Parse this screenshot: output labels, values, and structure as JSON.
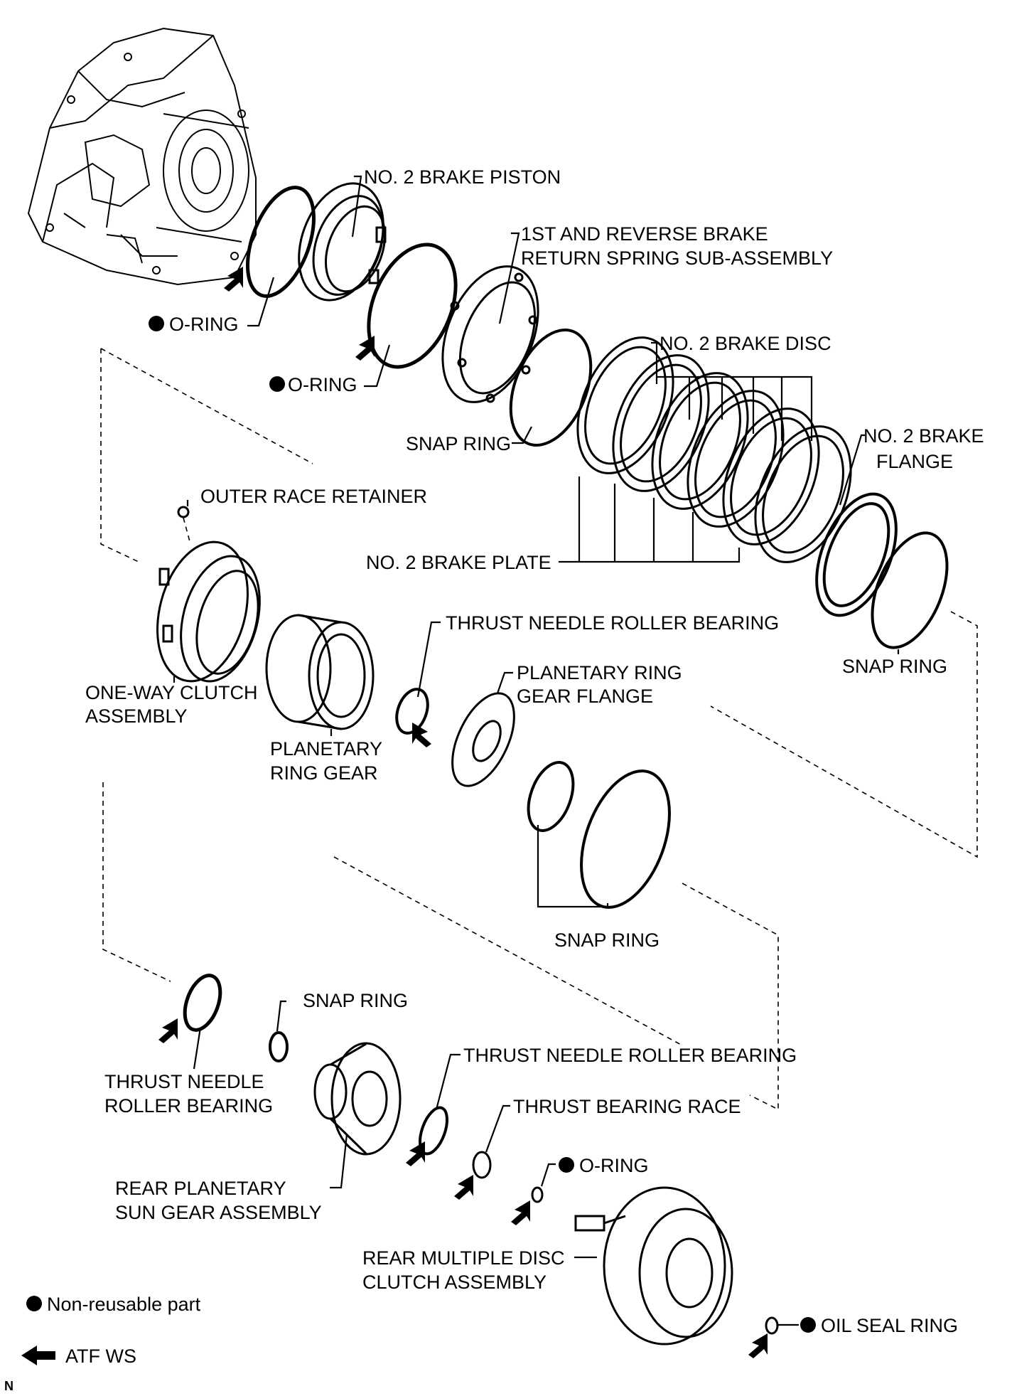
{
  "diagram_code": "N",
  "labels": {
    "no2_brake_piston": "NO. 2 BRAKE PISTON",
    "return_spring_line1": "1ST AND REVERSE BRAKE",
    "return_spring_line2": "RETURN SPRING SUB-ASSEMBLY",
    "oring_1": "O-RING",
    "oring_2": "O-RING",
    "no2_brake_disc": "NO. 2 BRAKE DISC",
    "snap_ring_1": "SNAP RING",
    "no2_brake_flange_line1": "NO. 2 BRAKE",
    "no2_brake_flange_line2": "FLANGE",
    "outer_race_retainer": "OUTER RACE RETAINER",
    "no2_brake_plate": "NO. 2 BRAKE PLATE",
    "thrust_needle_1": "THRUST NEEDLE ROLLER BEARING",
    "snap_ring_2": "SNAP RING",
    "planetary_flange_line1": "PLANETARY RING",
    "planetary_flange_line2": "GEAR FLANGE",
    "one_way_line1": "ONE-WAY CLUTCH",
    "one_way_line2": "ASSEMBLY",
    "planetary_ring_line1": "PLANETARY",
    "planetary_ring_line2": "RING GEAR",
    "snap_ring_3": "SNAP RING",
    "snap_ring_4": "SNAP RING",
    "thrust_needle_2_line1": "THRUST NEEDLE",
    "thrust_needle_2_line2": "ROLLER BEARING",
    "thrust_needle_3": "THRUST NEEDLE ROLLER BEARING",
    "thrust_race": "THRUST BEARING RACE",
    "oring_3": "O-RING",
    "rear_sun_line1": "REAR PLANETARY",
    "rear_sun_line2": "SUN GEAR ASSEMBLY",
    "rear_clutch_line1": "REAR MULTIPLE DISC",
    "rear_clutch_line2": "CLUTCH ASSEMBLY",
    "oil_seal_ring": "OIL SEAL RING"
  },
  "legend": {
    "non_reusable": "Non-reusable part",
    "atf": "ATF WS"
  }
}
